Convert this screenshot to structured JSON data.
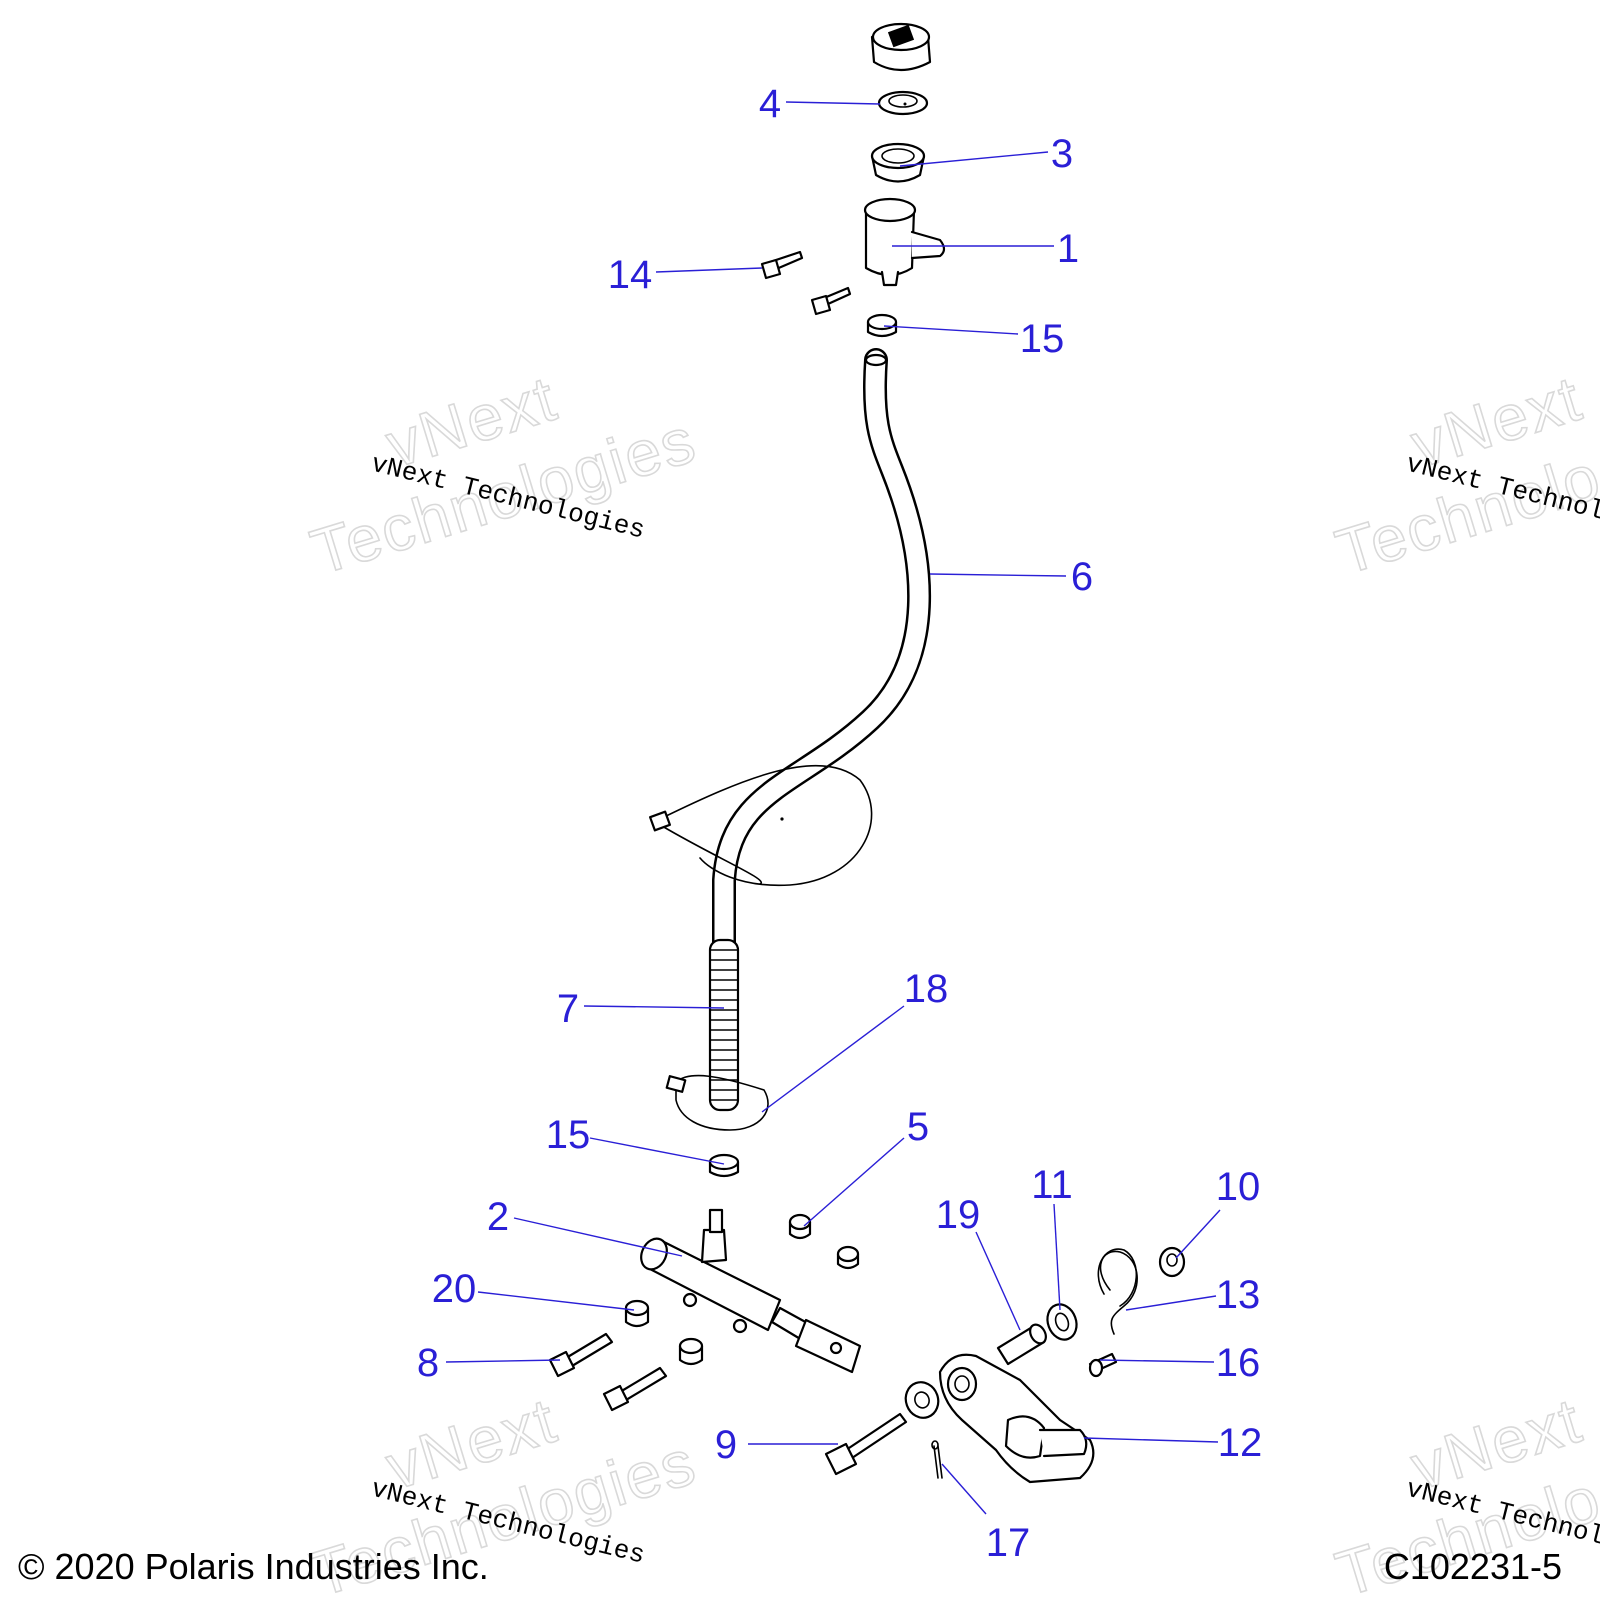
{
  "callouts": [
    {
      "id": "4",
      "label": "4"
    },
    {
      "id": "3",
      "label": "3"
    },
    {
      "id": "1",
      "label": "1"
    },
    {
      "id": "14",
      "label": "14"
    },
    {
      "id": "15a",
      "label": "15"
    },
    {
      "id": "6",
      "label": "6"
    },
    {
      "id": "7",
      "label": "7"
    },
    {
      "id": "18",
      "label": "18"
    },
    {
      "id": "15b",
      "label": "15"
    },
    {
      "id": "5",
      "label": "5"
    },
    {
      "id": "2",
      "label": "2"
    },
    {
      "id": "19",
      "label": "19"
    },
    {
      "id": "11",
      "label": "11"
    },
    {
      "id": "10",
      "label": "10"
    },
    {
      "id": "20",
      "label": "20"
    },
    {
      "id": "13",
      "label": "13"
    },
    {
      "id": "8",
      "label": "8"
    },
    {
      "id": "16",
      "label": "16"
    },
    {
      "id": "9",
      "label": "9"
    },
    {
      "id": "12",
      "label": "12"
    },
    {
      "id": "17",
      "label": "17"
    }
  ],
  "watermark": {
    "small": "vNext Technologies",
    "big_line1": "vNext",
    "big_line2": "Technologies"
  },
  "footer": {
    "copyright": "© 2020 Polaris Industries Inc.",
    "drawing_number": "C102231-5"
  },
  "colors": {
    "callout": "#2a1fd6",
    "line": "#000000",
    "watermark": "#d9d9d9"
  }
}
